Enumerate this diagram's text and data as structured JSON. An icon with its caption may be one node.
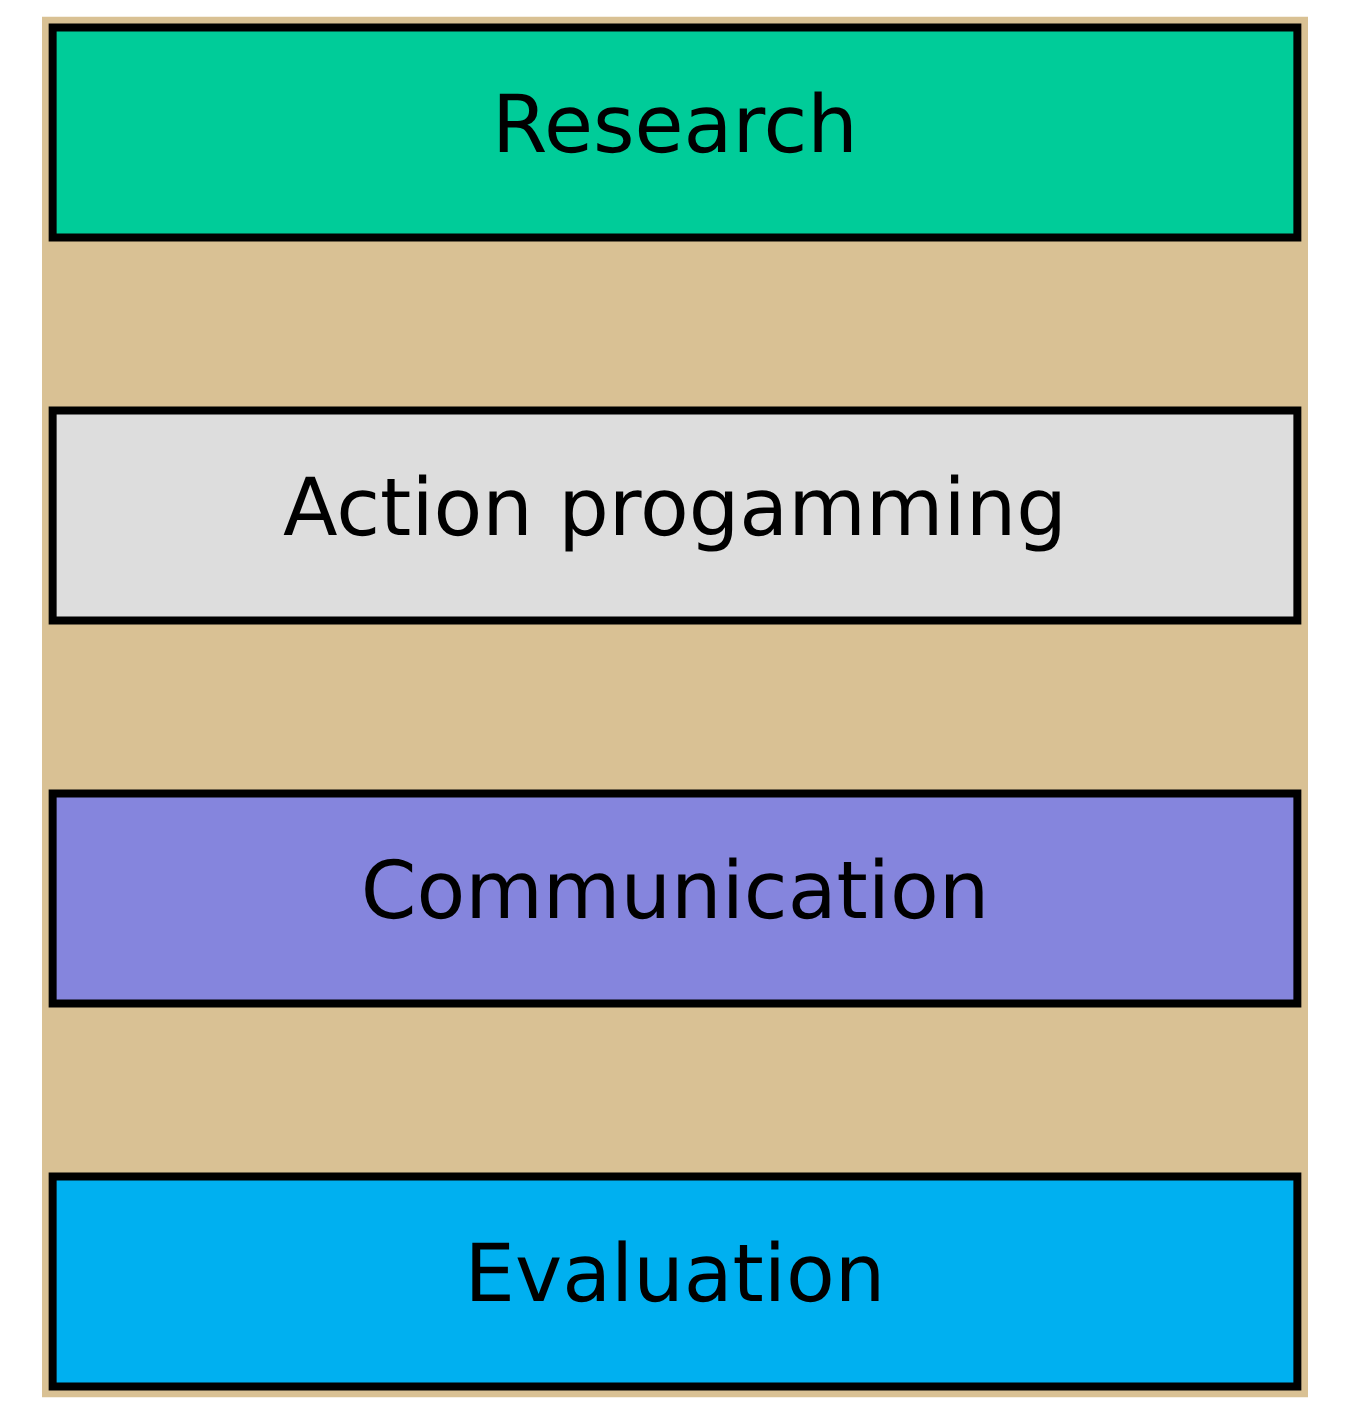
{
  "diagram": {
    "nodes": [
      {
        "text": [
          "Research"
        ]
      },
      {
        "text": [
          "Action progamming"
        ]
      },
      {
        "text": [
          "Communication"
        ]
      },
      {
        "text": [
          "Evaluation"
        ]
      }
    ]
  }
}
